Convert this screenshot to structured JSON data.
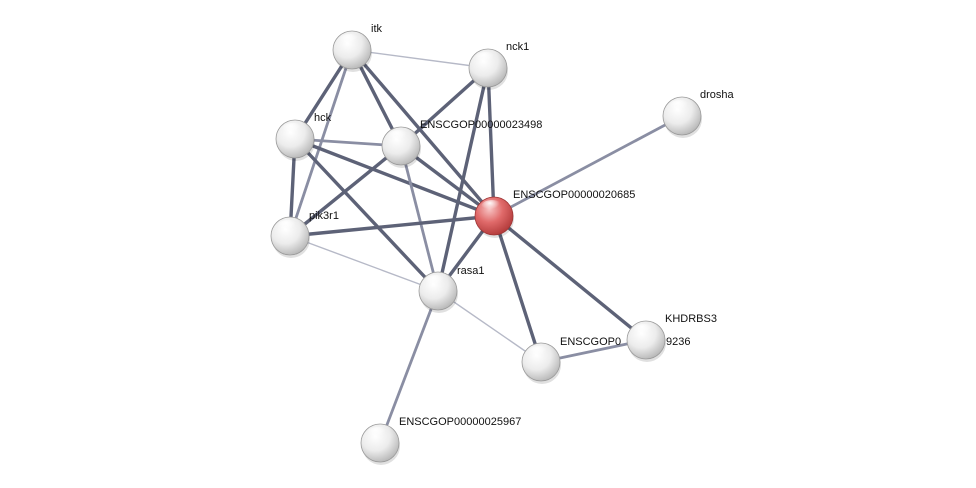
{
  "network": {
    "colors": {
      "edge_strong": "#5d6277",
      "edge_medium": "#8a8ea3",
      "edge_weak": "#b6b9c7",
      "node_default": "#f2f2f2",
      "node_query": "#e06060"
    },
    "nodes": [
      {
        "id": "itk",
        "label": "itk",
        "query": false
      },
      {
        "id": "nck1",
        "label": "nck1",
        "query": false
      },
      {
        "id": "drosha",
        "label": "drosha",
        "query": false
      },
      {
        "id": "hck",
        "label": "hck",
        "query": false
      },
      {
        "id": "ens23498",
        "label": "ENSCGOP00000023498",
        "query": false
      },
      {
        "id": "ens20685",
        "label": "ENSCGOP00000020685",
        "query": true
      },
      {
        "id": "pik3r1",
        "label": "pik3r1",
        "query": false
      },
      {
        "id": "rasa1",
        "label": "rasa1",
        "query": false
      },
      {
        "id": "khdrbs3",
        "label": "KHDRBS3",
        "query": false
      },
      {
        "id": "ens9236",
        "label": "ENSCGOP0",
        "label_tail": "9236",
        "query": false
      },
      {
        "id": "ens25967",
        "label": "ENSCGOP00000025967",
        "query": false
      }
    ],
    "edges": [
      {
        "source": "itk",
        "target": "nck1",
        "strength": "weak"
      },
      {
        "source": "itk",
        "target": "hck",
        "strength": "strong"
      },
      {
        "source": "itk",
        "target": "ens23498",
        "strength": "strong"
      },
      {
        "source": "itk",
        "target": "ens20685",
        "strength": "strong"
      },
      {
        "source": "itk",
        "target": "pik3r1",
        "strength": "medium"
      },
      {
        "source": "nck1",
        "target": "ens23498",
        "strength": "strong"
      },
      {
        "source": "nck1",
        "target": "ens20685",
        "strength": "strong"
      },
      {
        "source": "nck1",
        "target": "rasa1",
        "strength": "strong"
      },
      {
        "source": "hck",
        "target": "ens23498",
        "strength": "medium"
      },
      {
        "source": "hck",
        "target": "pik3r1",
        "strength": "strong"
      },
      {
        "source": "hck",
        "target": "ens20685",
        "strength": "strong"
      },
      {
        "source": "hck",
        "target": "rasa1",
        "strength": "strong"
      },
      {
        "source": "ens23498",
        "target": "pik3r1",
        "strength": "strong"
      },
      {
        "source": "ens23498",
        "target": "ens20685",
        "strength": "strong"
      },
      {
        "source": "ens23498",
        "target": "rasa1",
        "strength": "medium"
      },
      {
        "source": "pik3r1",
        "target": "ens20685",
        "strength": "strong"
      },
      {
        "source": "pik3r1",
        "target": "rasa1",
        "strength": "weak"
      },
      {
        "source": "ens20685",
        "target": "drosha",
        "strength": "medium"
      },
      {
        "source": "ens20685",
        "target": "rasa1",
        "strength": "strong"
      },
      {
        "source": "ens20685",
        "target": "khdrbs3",
        "strength": "strong"
      },
      {
        "source": "ens20685",
        "target": "ens9236",
        "strength": "strong"
      },
      {
        "source": "rasa1",
        "target": "ens9236",
        "strength": "weak"
      },
      {
        "source": "rasa1",
        "target": "ens25967",
        "strength": "medium"
      },
      {
        "source": "ens9236",
        "target": "khdrbs3",
        "strength": "medium"
      }
    ]
  }
}
